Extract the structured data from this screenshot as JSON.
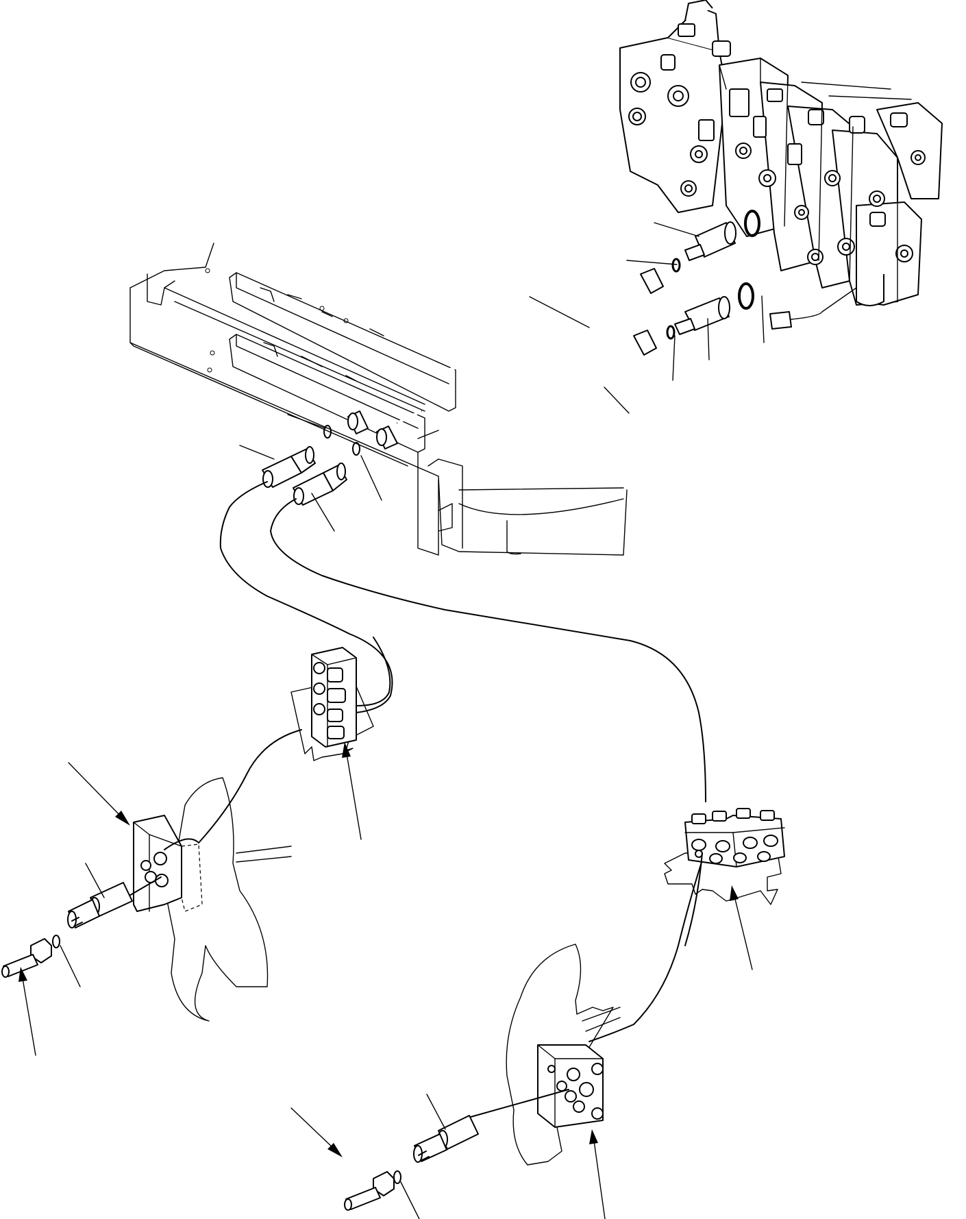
{
  "diagram": {
    "kind": "exploded hydraulic piping diagram (no printed text)",
    "parts": [
      "control-valve-assembly",
      "frame",
      "upper-tube-1",
      "upper-tube-2",
      "pilot-hose-1",
      "pilot-hose-2",
      "valve-block-upper",
      "valve-block-middle",
      "valve-block-lower-left",
      "valve-block-lower-right",
      "hose-fittings",
      "o-rings",
      "leader-lines",
      "reference-arrows"
    ],
    "colors": {
      "line": "#000000",
      "background": "#ffffff"
    }
  }
}
